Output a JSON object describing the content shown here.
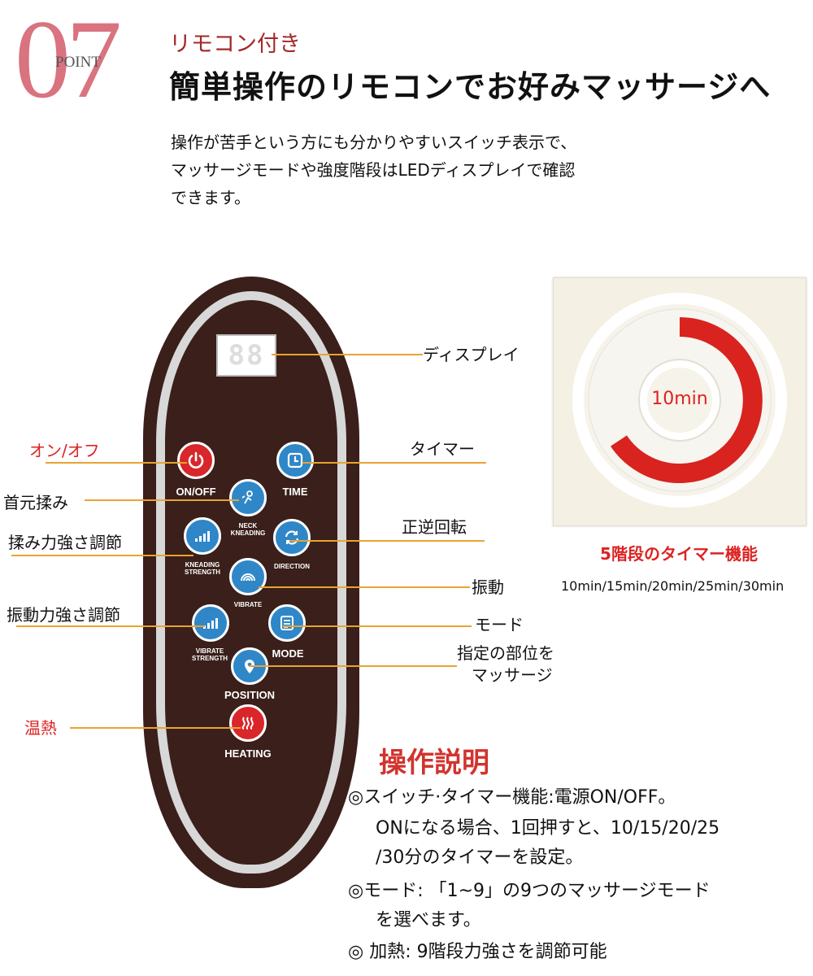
{
  "header": {
    "point_number": "07",
    "point_word": "POINT",
    "subtitle": "リモコン付き",
    "title": "簡単操作のリモコンでお好みマッサージへ"
  },
  "description": [
    "操作が苦手という方にも分かりやすいスイッチ表示で、",
    "マッサージモードや強度階段はLEDディスプレイで確認",
    "できます。"
  ],
  "remote": {
    "display": "88",
    "buttons": {
      "on_off": "ON/OFF",
      "time": "TIME",
      "neck_kneading": "NECK\nKNEADING",
      "kneading_strength": "KNEADING\nSTRENGTH",
      "direction": "DIRECTION",
      "vibrate": "VIBRATE",
      "vibrate_strength": "VIBRATE\nSTRENGTH",
      "mode": "MODE",
      "position": "POSITION",
      "heating": "HEATING"
    }
  },
  "callouts": {
    "display": "ディスプレイ",
    "on_off": "オン/オフ",
    "timer": "タイマー",
    "neck": "首元揉み",
    "kneading_strength": "揉み力強さ調節",
    "direction": "正逆回転",
    "vibrate": "振動",
    "vibrate_strength": "振動力強さ調節",
    "mode": "モード",
    "position_1": "指定の部位を",
    "position_2": "マッサージ",
    "heating": "温熱"
  },
  "timer_panel": {
    "value": "10min",
    "caption": "5階段のタイマー機能",
    "options": "10min/15min/20min/25min/30min"
  },
  "operation": {
    "title": "操作説明",
    "items": [
      {
        "lines": [
          "◎スイッチ·タイマー機能:電源ON/OFF。",
          "ONになる場合、1回押すと、10/15/20/25",
          "/30分のタイマーを設定。"
        ]
      },
      {
        "lines": [
          "◎モード: 「1~9」の9つのマッサージモード",
          "を選べます。"
        ]
      },
      {
        "lines": [
          "◎ 加熱: 9階段力強さを調節可能"
        ]
      }
    ]
  },
  "colors": {
    "accent_pink": "#d9737f",
    "accent_red": "#d22",
    "callout_line": "#e8a431",
    "button_blue": "#2f87c8",
    "button_red": "#d8262a",
    "remote_body": "#3a1f1a"
  }
}
